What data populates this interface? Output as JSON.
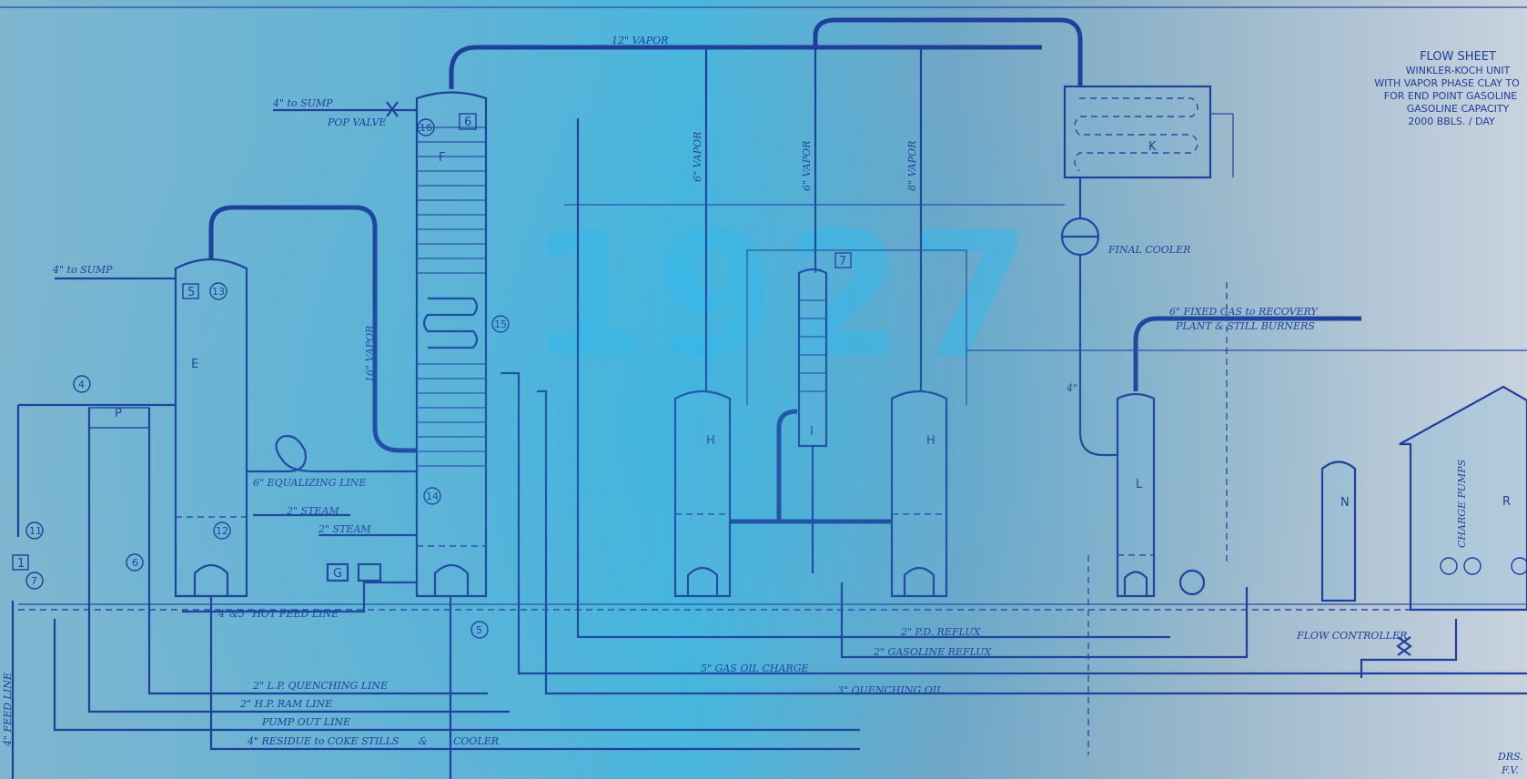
{
  "title": {
    "lines": [
      "FLOW SHEET",
      "WINKLER-KOCH UNIT",
      "WITH VAPOR PHASE CLAY TO",
      "FOR END POINT GASOLINE",
      "GASOLINE CAPACITY",
      "2000 BBLS. / DAY"
    ]
  },
  "year": "1927",
  "lines": {
    "vapor12": "12\" VAPOR",
    "sump4a": "4\" to SUMP",
    "popvalve": "POP VALVE",
    "sump4b": "4\" to SUMP",
    "vapor16": "16\" VAPOR",
    "equalizing": "6\" EQUALIZING LINE",
    "steam2a": "2\" STEAM",
    "steam2b": "2\" STEAM",
    "hotfeed": "4\"&5\" HOT FEED LINE",
    "lp_quench": "2\" L.P. QUENCHING LINE",
    "hp_ram": "2\" H.P. RAM LINE",
    "pump_out": "PUMP OUT LINE",
    "residue": "4\" RESIDUE to COKE STILLS",
    "amp": "&",
    "cooler": "COOLER",
    "vapor6a": "6\" VAPOR",
    "vapor6b": "6\" VAPOR",
    "vapor8": "8\" VAPOR",
    "final_cooler": "FINAL COOLER",
    "fixed_gas": "6\" FIXED GAS to RECOVERY",
    "plant": "PLANT & STILL BURNERS",
    "four": "4\"",
    "pd_reflux": "2\" P.D. REFLUX",
    "gasoline_reflux": "2\" GASOLINE REFLUX",
    "gas_oil": "5\" GAS OIL CHARGE",
    "quench_oil": "3\" QUENCHING OIL",
    "flow_controller": "FLOW CONTROLLER",
    "charge_pumps": "CHARGE PUMPS",
    "feed_line": "4\" FEED LINE",
    "drawn": "DRS.",
    "fv": "F.V."
  },
  "equipment": {
    "E": "E",
    "F": "F",
    "H1": "H",
    "H2": "H",
    "I": "I",
    "K": "K",
    "L": "L",
    "N": "N",
    "P": "P",
    "G": "G",
    "R": "R"
  },
  "callouts": {
    "n1": "1",
    "n4": "4",
    "n5a": "5",
    "n5b": "5",
    "n6a": "6",
    "n6b": "6",
    "n7a": "7",
    "n7b": "7",
    "n11": "11",
    "n12": "12",
    "n13": "13",
    "n14": "14",
    "n15": "15",
    "n16": "16"
  }
}
